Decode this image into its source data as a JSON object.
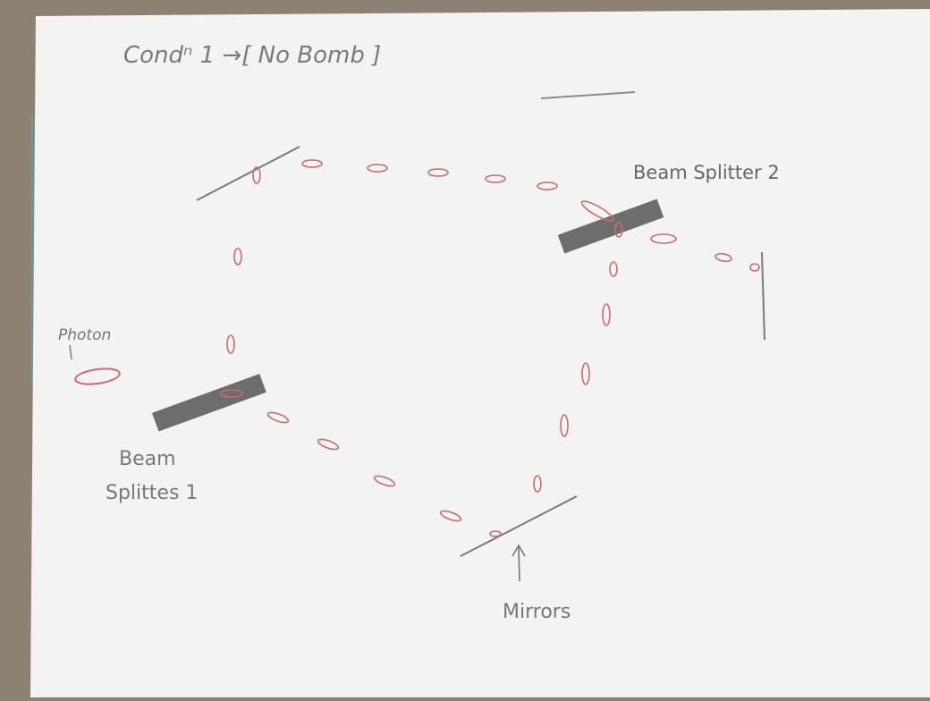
{
  "header": "Condⁿ 1 →[ No Bomb ]",
  "labels": {
    "photon": "Photon",
    "beam_splitter_1_line1": "Beam",
    "beam_splitter_1_line2": "Splittes 1",
    "beam_splitter_2": "Beam Splitter 2",
    "mirrors": "Mirrors"
  },
  "colors": {
    "paper": "#f3f3f1",
    "background": "#8d8272",
    "pencil": "#6f6f6f",
    "splitter_fill": "#5e5e5e",
    "photon_path": "#c96a74"
  },
  "icons": {
    "arrow": "arrow-right",
    "photon_pointer": "arrow-down",
    "mirror_pointer": "arrow-up"
  }
}
